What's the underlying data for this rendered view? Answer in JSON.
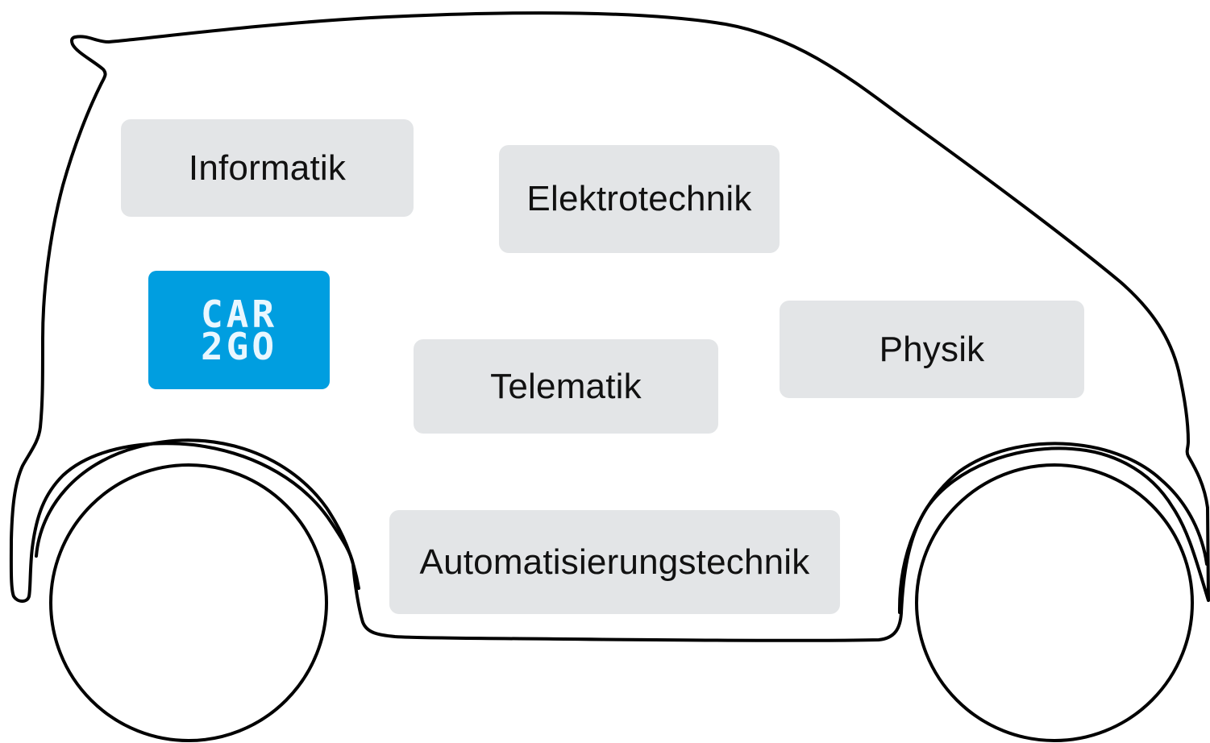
{
  "logo": {
    "line1": "CAR",
    "line2": "2GO",
    "color": "#009ee0"
  },
  "fields": {
    "informatik": "Informatik",
    "elektrotechnik": "Elektrotechnik",
    "physik": "Physik",
    "telematik": "Telematik",
    "automatisierungstechnik": "Automatisierungstechnik"
  },
  "colors": {
    "box_background": "#e3e5e7",
    "outline": "#000000"
  }
}
